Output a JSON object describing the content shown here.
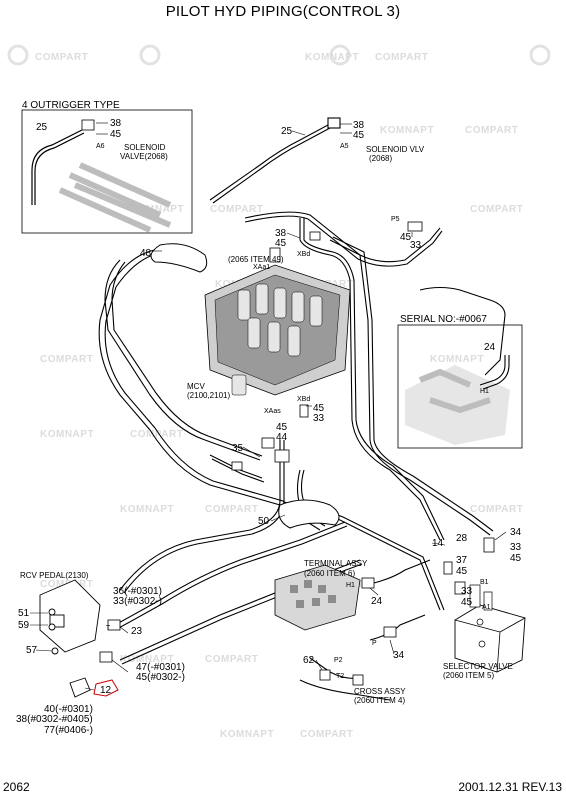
{
  "title": "PILOT HYD PIPING(CONTROL 3)",
  "footer": {
    "page_code": "2062",
    "date_rev": "2001.12.31 REV.13"
  },
  "watermark": {
    "brand_a": "KOMNAPT",
    "brand_b": "COMPART"
  },
  "sections": {
    "outrigger": "4 OUTRIGGER TYPE",
    "serial": "SERIAL NO:-#0067",
    "rcv_pedal": "RCV PEDAL(2130)",
    "terminal_assy_1": "TERMINAL ASSY",
    "terminal_assy_2": "(2060 ITEM 6)",
    "mcv_1": "MCV",
    "mcv_2": "(2100,2101)",
    "item49": "(2065 ITEM 49)",
    "selector_1": "SELECTOR VALVE",
    "selector_2": "(2060 ITEM 5)",
    "cross_1": "CROSS ASSY",
    "cross_2": "(2060 ITEM 4)",
    "solenoid_valve_1": "SOLENOID",
    "solenoid_valve_2": "VALVE(2068)",
    "solenoid_vlv_1": "SOLENOID VLV",
    "solenoid_vlv_2": "(2068)"
  },
  "callouts": {
    "c25a": "25",
    "c38a": "38",
    "c45a": "45",
    "c25b": "25",
    "c38b": "38",
    "c45b": "45",
    "c48": "48",
    "c38c": "38",
    "c45c": "45",
    "c45d": "45",
    "c33d": "33",
    "c24a": "24",
    "c45e": "45",
    "c33e": "33",
    "c45f": "45",
    "c44": "44",
    "c35": "35",
    "c50": "50",
    "c14": "14",
    "c28": "28",
    "c34a": "34",
    "c33g": "33",
    "c45g": "45",
    "c37": "37",
    "c45h": "45",
    "c33h": "33",
    "c45i": "45",
    "c24b": "24",
    "c36": "36(-#0301)",
    "c33i": "33(#0302-)",
    "c51": "51",
    "c59": "59",
    "c23": "23",
    "c57": "57",
    "c62": "62",
    "c34b": "34",
    "c47": "47(-#0301)",
    "c45j": "45(#0302-)",
    "c12": "12",
    "c40": "40(-#0301)",
    "c38j": "38(#0302-#0405)",
    "c77": "77(#0406-)"
  },
  "ports": {
    "p5": "P5",
    "a6": "A6",
    "a5": "A5",
    "xa4": "XAa1",
    "xb4": "XBd",
    "xaas": "XAas",
    "xbd": "XBd",
    "h1": "H1",
    "h1b": "H1",
    "p2": "P2",
    "t2": "T2",
    "b1": "B1",
    "a1": "A1",
    "t": "T",
    "p": "P"
  },
  "colors": {
    "line": "#000000",
    "watermark": "#dcdcdc",
    "background": "#ffffff"
  }
}
